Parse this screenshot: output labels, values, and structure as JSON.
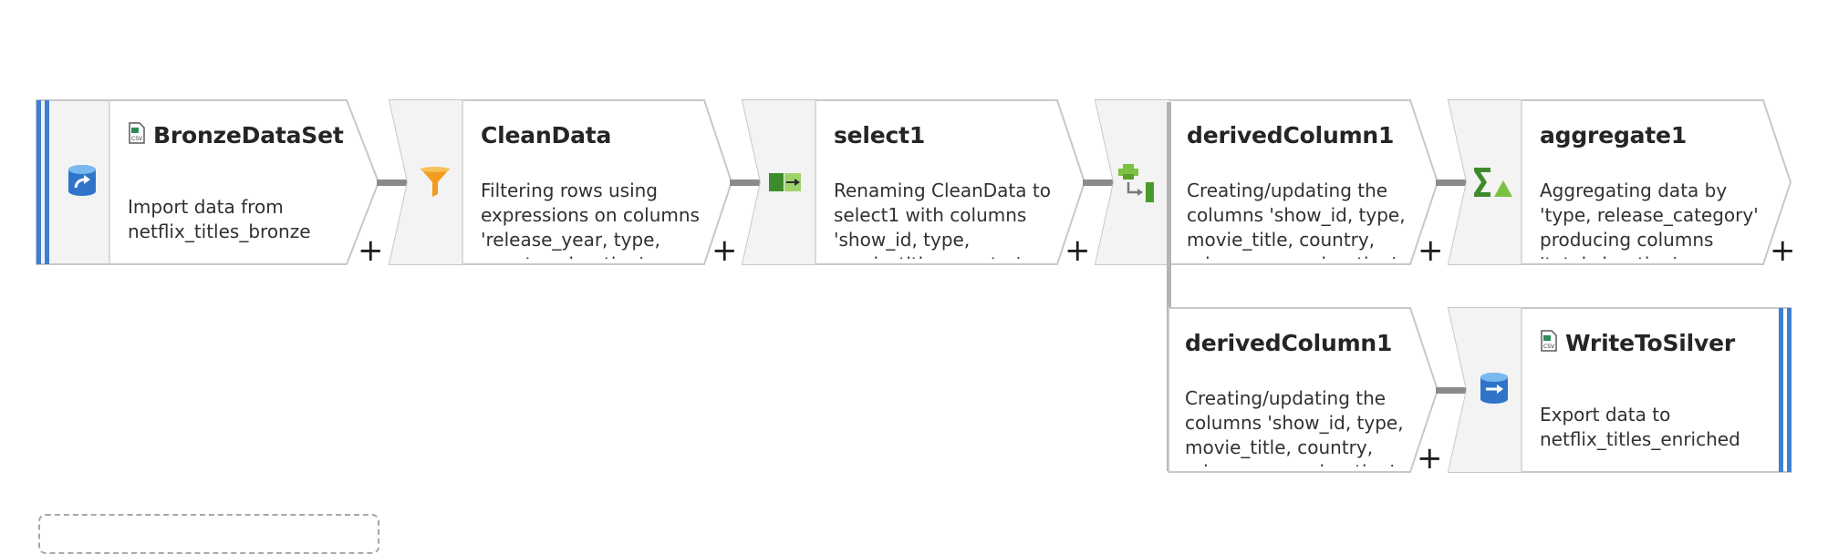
{
  "nodes": {
    "bronze": {
      "title": "BronzeDataSet",
      "desc": "Import data from netflix_titles_bronze",
      "icon": "source-dataset-icon",
      "title_icon": "csv-file-icon"
    },
    "clean": {
      "title": "CleanData",
      "desc": "Filtering rows using expressions on columns 'release_year, type, country, duration'",
      "icon": "filter-funnel-icon"
    },
    "select1": {
      "title": "select1",
      "desc": "Renaming CleanData to select1 with columns 'show_id, type, movie_title, country'",
      "icon": "select-columns-icon"
    },
    "derived1": {
      "title": "derivedColumn1",
      "desc": "Creating/updating the columns 'show_id, type, movie_title, country, release_year, duration'",
      "icon": "new-branch-icon"
    },
    "aggregate1": {
      "title": "aggregate1",
      "desc": "Aggregating data by 'type, release_category' producing columns 'total_duration'",
      "icon": "aggregate-sigma-icon"
    },
    "derived1_branch": {
      "title": "derivedColumn1",
      "desc": "Creating/updating the columns 'show_id, type, movie_title, country, release_year, duration'"
    },
    "sink": {
      "title": "WriteToSilver",
      "desc": "Export data to netflix_titles_enriched",
      "icon": "sink-dataset-icon",
      "title_icon": "csv-file-icon"
    }
  },
  "add_label": "+",
  "colors": {
    "accent_blue": "#3f7fd0",
    "border": "#c8c8c8",
    "icon_panel": "#f3f3f3",
    "connector": "#8a8a8a"
  }
}
